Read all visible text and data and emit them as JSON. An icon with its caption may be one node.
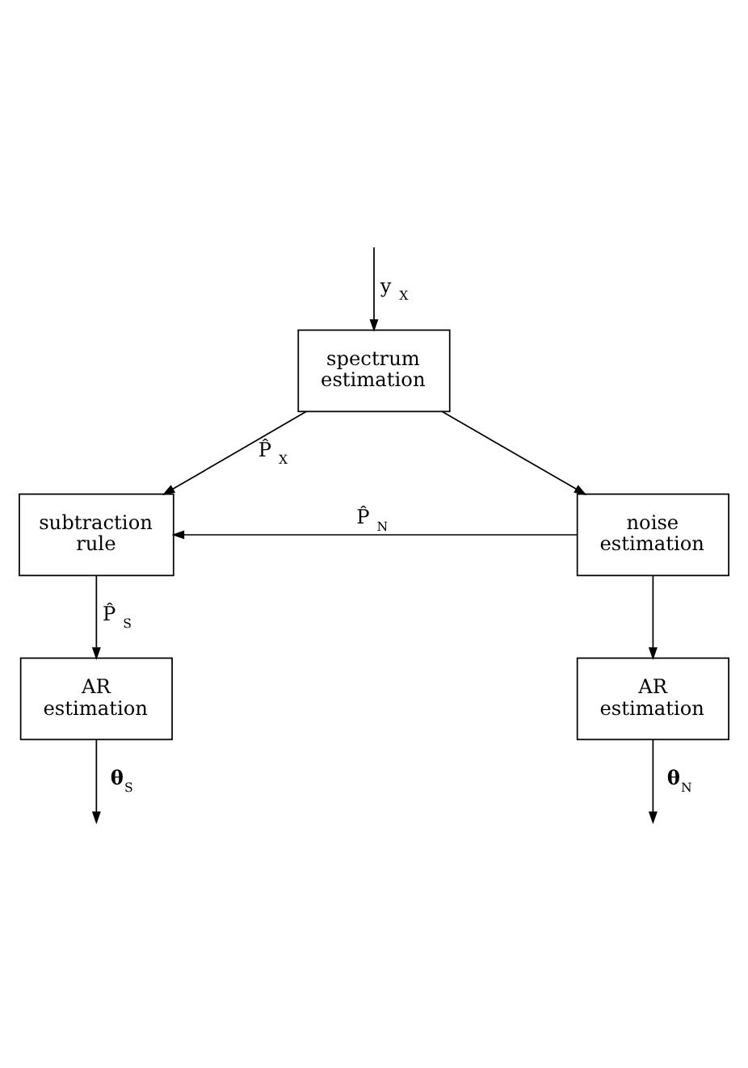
{
  "diagram": {
    "nodes": [
      {
        "text": [
          "spectrum estimation"
        ]
      },
      {
        "text": [
          "noise estimation"
        ]
      },
      {
        "text": [
          "subtraction rule"
        ]
      },
      {
        "text": [
          "AR estimation"
        ]
      },
      {
        "text": [
          "AR estimation"
        ]
      }
    ],
    "edges": [
      {
        "from": null,
        "to": 0,
        "arrow": "to",
        "label": "y$_{X}$"
      },
      {
        "from": 0,
        "to": 2,
        "arrow": "to",
        "label": "P̂$_{X}$"
      },
      {
        "from": 0,
        "to": 1,
        "arrow": "to"
      },
      {
        "from": 1,
        "to": 2,
        "arrow": "to",
        "label": "P̂$_{N}$"
      },
      {
        "from": 1,
        "to": 4,
        "arrow": "to"
      },
      {
        "from": 2,
        "to": 3,
        "arrow": "to",
        "label": "P̂$_{S}$"
      },
      {
        "from": 3,
        "to": null,
        "arrow": "to",
        "label": "**θ**$_{S}$"
      },
      {
        "from": 4,
        "to": null,
        "arrow": "to",
        "label": "**θ**$_{N}$"
      }
    ]
  }
}
